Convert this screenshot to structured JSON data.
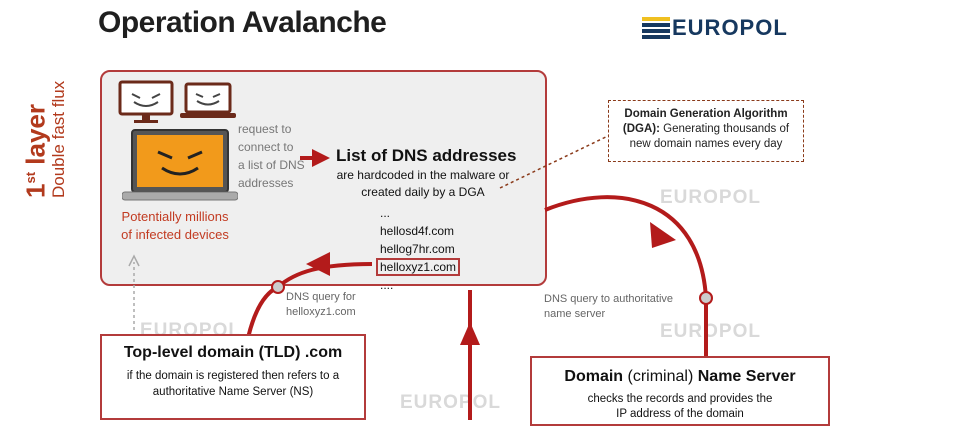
{
  "title": "Operation Avalanche",
  "logo": {
    "text": "EUROPOL"
  },
  "layer": {
    "number": "1",
    "suffix": "st",
    "word": "layer",
    "subtitle": "Double fast flux"
  },
  "infected": {
    "line1": "Potentially millions",
    "line2": "of infected devices"
  },
  "request_text": [
    "request to",
    "connect to",
    "a list of DNS",
    "addresses"
  ],
  "dns": {
    "title": "List of DNS addresses",
    "subtitle_line1": "are hardcoded in the malware or",
    "subtitle_line2": "created daily by a DGA",
    "items": [
      "...",
      "hellosd4f.com",
      "hellog7hr.com",
      "helloxyz1.com",
      "...."
    ]
  },
  "dga": {
    "title": "Domain Generation Algorithm",
    "abbr": "(DGA):",
    "desc_line1": "Generating thousands of",
    "desc_line2": "new domain names every day"
  },
  "dns_query_tld": {
    "line1": "DNS query for",
    "line2": "helloxyz1.com"
  },
  "dns_query_ns": {
    "line1": "DNS query to authoritative",
    "line2": "name server"
  },
  "tld": {
    "title": "Top-level domain (TLD) .com",
    "line1": "if the domain is registered then refers to a",
    "line2": "authoritative Name Server (NS)"
  },
  "ns": {
    "title_bold1": "Domain",
    "title_normal": "(criminal)",
    "title_bold2": "Name Server",
    "line1": "checks the records and provides the",
    "line2": "IP address of the domain"
  },
  "colors": {
    "accent": "#b33b3b",
    "layer": "#b23a1d",
    "navy": "#16385f"
  }
}
